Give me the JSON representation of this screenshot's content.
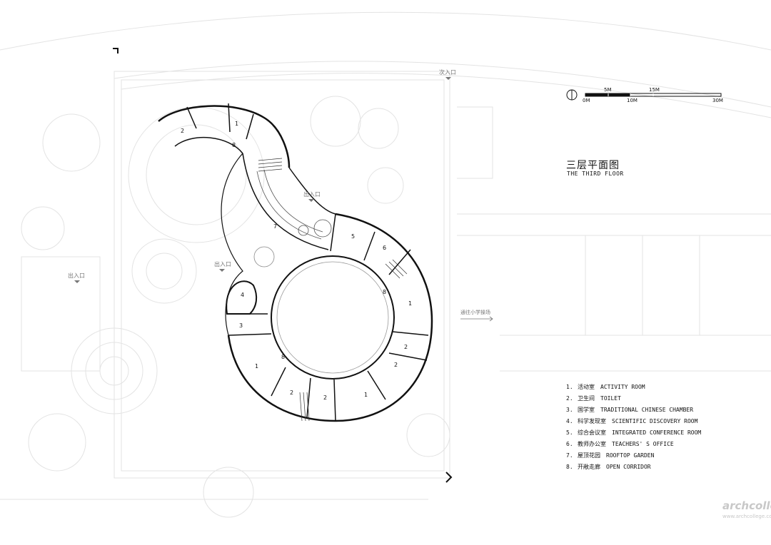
{
  "drawing": {
    "title_cn": "三层平面图",
    "title_en": "THE THIRD FLOOR"
  },
  "scale_bar": {
    "labels_top": [
      "5M",
      "15M"
    ],
    "labels_bottom": [
      "0M",
      "10M",
      "30M"
    ]
  },
  "entrances": {
    "top": "次入口",
    "right": "出入口",
    "middle": "出入口",
    "left": "出入口",
    "east_link": "通往小学操场"
  },
  "room_numbers": [
    "1",
    "2",
    "8",
    "7",
    "5",
    "6",
    "8",
    "1",
    "4",
    "3",
    "2",
    "2",
    "8",
    "1",
    "2",
    "2",
    "1"
  ],
  "legend": [
    {
      "num": "1.",
      "cn": "活动室",
      "en": "ACTIVITY ROOM"
    },
    {
      "num": "2.",
      "cn": "卫生间",
      "en": "TOILET"
    },
    {
      "num": "3.",
      "cn": "国学室",
      "en": "TRADITIONAL CHINESE CHAMBER"
    },
    {
      "num": "4.",
      "cn": "科学发现室",
      "en": "SCIENTIFIC DISCOVERY ROOM"
    },
    {
      "num": "5.",
      "cn": "综合会议室",
      "en": "INTEGRATED CONFERENCE ROOM"
    },
    {
      "num": "6.",
      "cn": "教师办公室",
      "en": "TEACHERS' S OFFICE"
    },
    {
      "num": "7.",
      "cn": "屋顶花园",
      "en": "ROOFTOP GARDEN"
    },
    {
      "num": "8.",
      "cn": "开敞走廊",
      "en": "OPEN CORRIDOR"
    }
  ],
  "watermark": {
    "logo": "archcollege",
    "url": "www.archcollege.com"
  }
}
